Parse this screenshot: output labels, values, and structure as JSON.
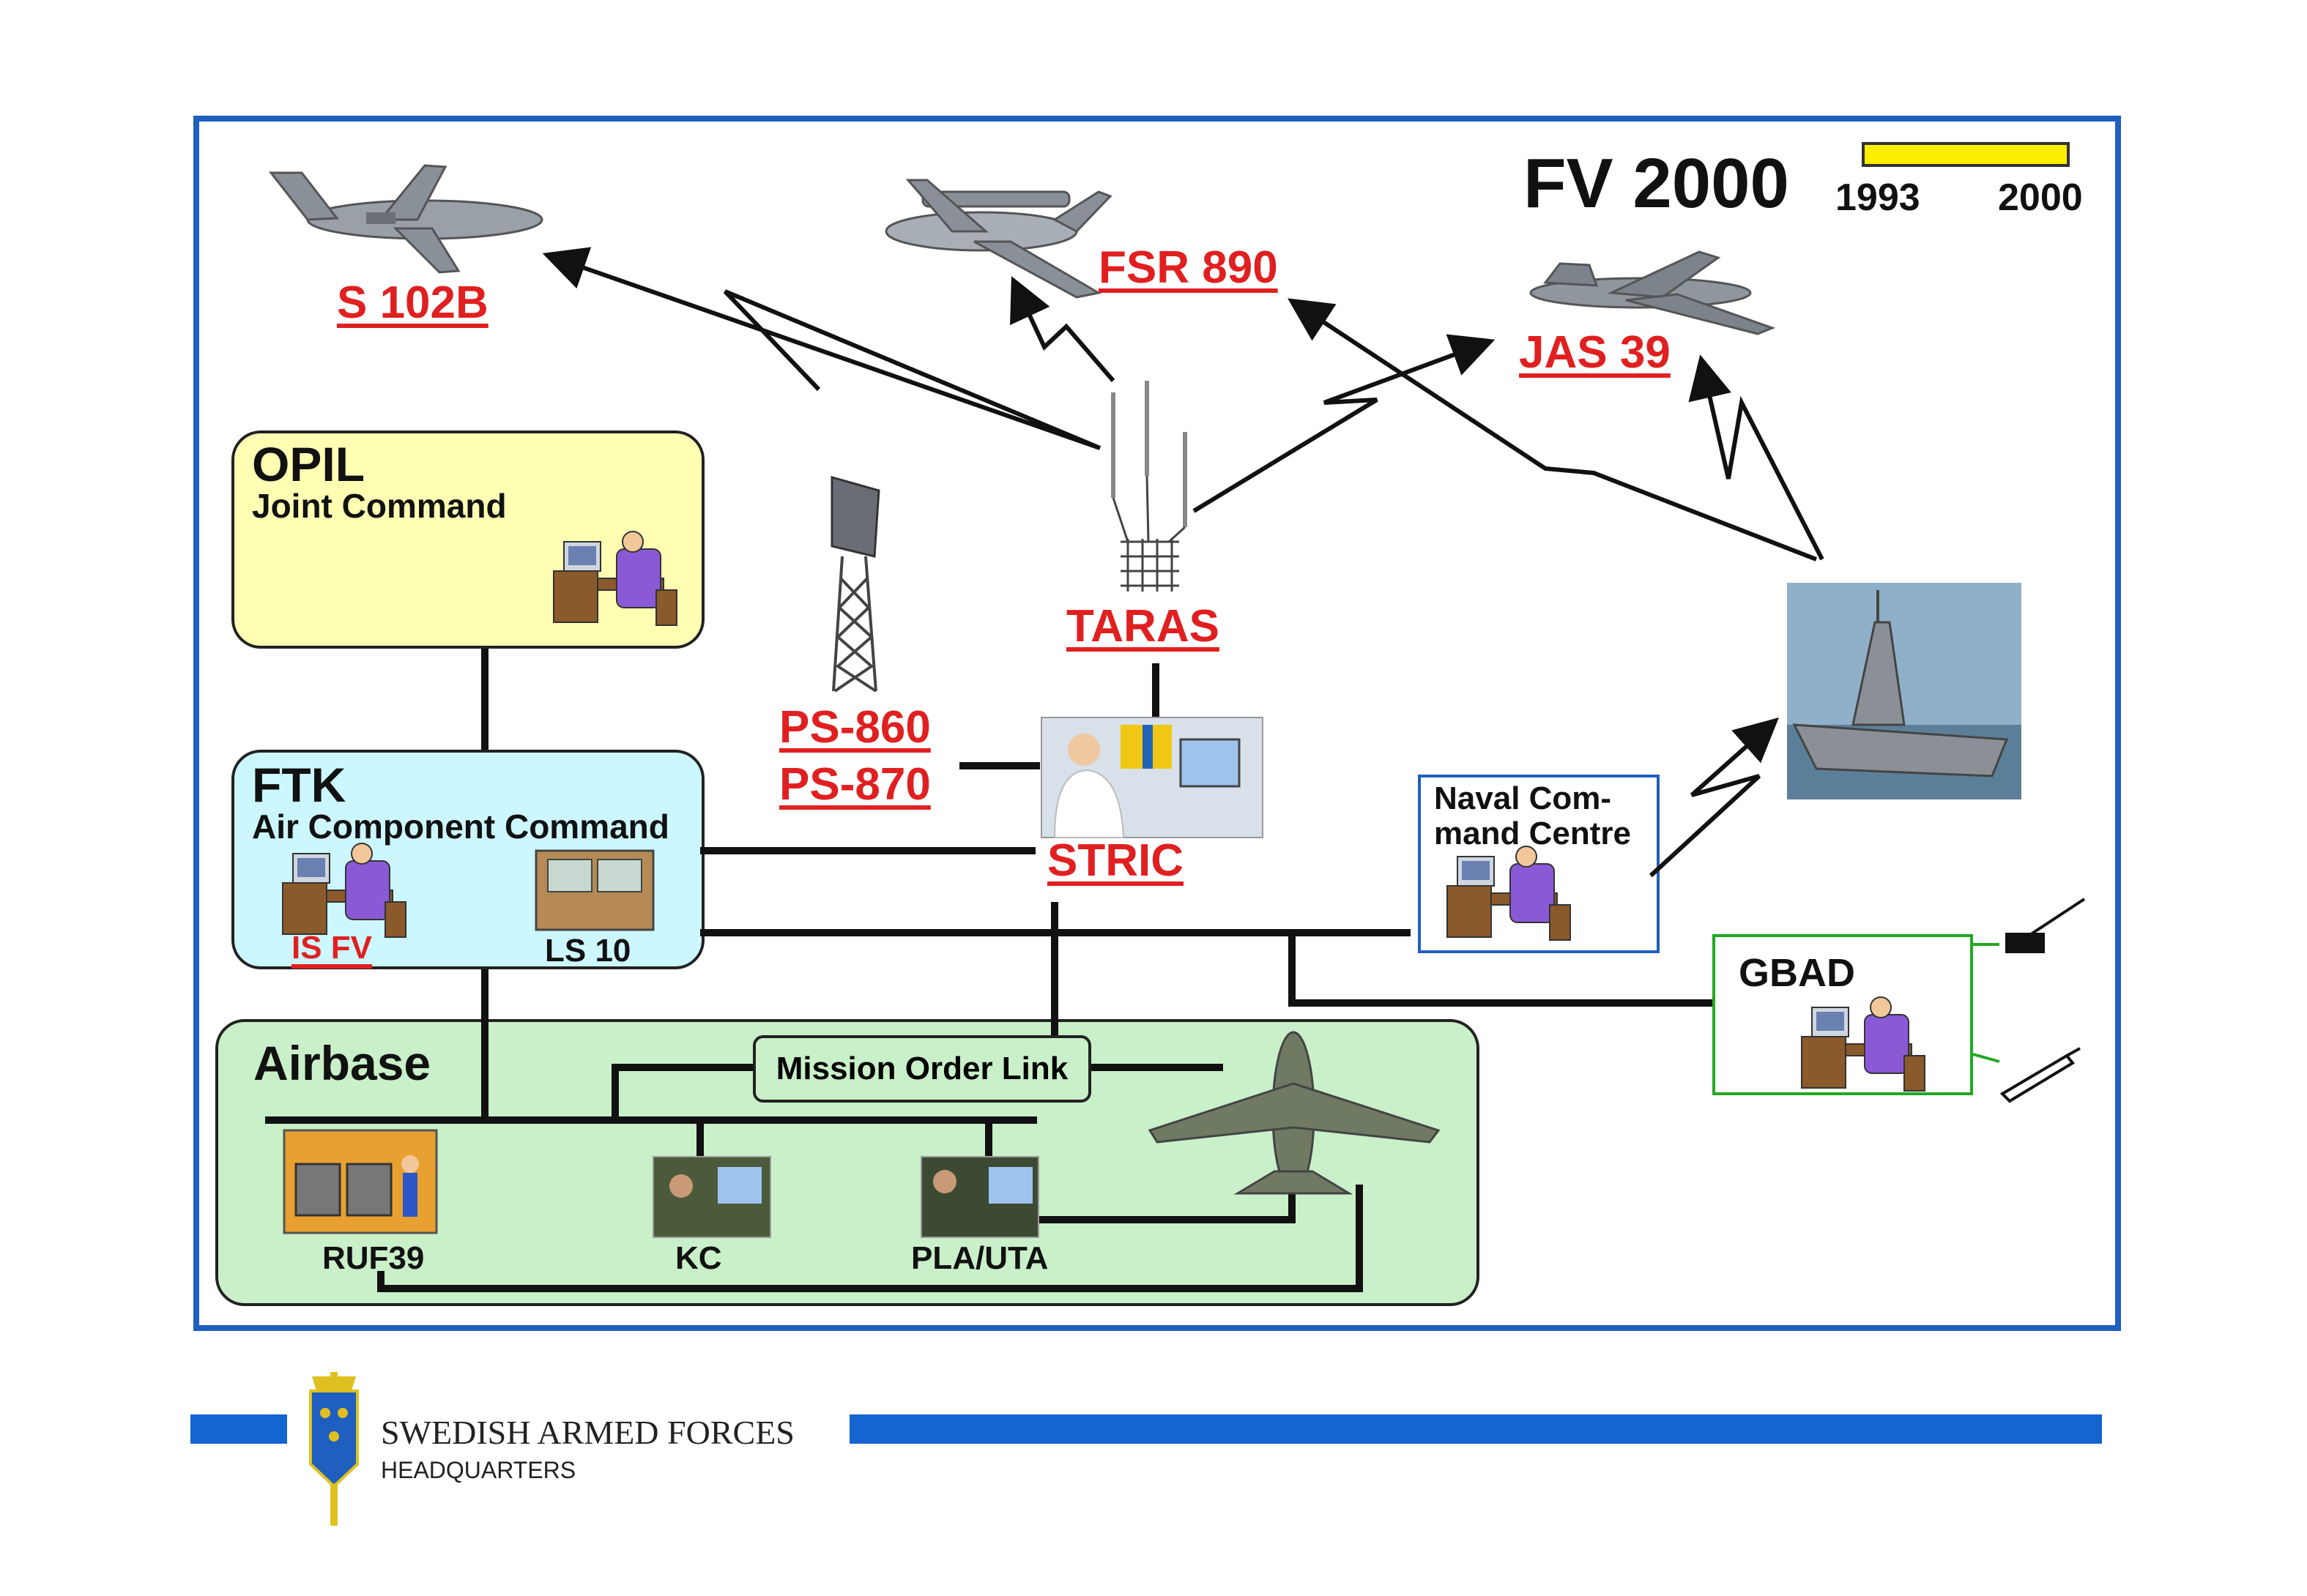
{
  "header": {
    "title": "FV 2000",
    "legend_start": "1993",
    "legend_end": "2000",
    "legend_color": "#ffee00"
  },
  "nodes": {
    "opil_title": "OPIL",
    "opil_subtitle": "Joint Command",
    "ftk_title": "FTK",
    "ftk_subtitle": "Air Component Command",
    "is_fv": "IS FV",
    "ls10": "LS 10",
    "airbase_title": "Airbase",
    "mission_order_link": "Mission Order Link",
    "ruf39": "RUF39",
    "kc": "KC",
    "pla_uta": "PLA/UTA",
    "naval_line1": "Naval Com-",
    "naval_line2": "mand Centre",
    "gbad": "GBAD"
  },
  "systems": {
    "s102b": "S 102B",
    "fsr890": "FSR 890",
    "jas39": "JAS 39",
    "taras": "TARAS",
    "ps860": "PS-860",
    "ps870": "PS-870",
    "stric": "STRIC"
  },
  "footer": {
    "org": "SWEDISH ARMED FORCES",
    "unit": "HEADQUARTERS"
  },
  "colors": {
    "frame": "#1f5fbf",
    "link_red": "#e02020",
    "opil_fill": "#ffffb4",
    "ftk_fill": "#ccf7ff",
    "airbase_fill": "#c9f0c9",
    "gbad_border": "#22a822",
    "footer_blue": "#1464d2"
  }
}
